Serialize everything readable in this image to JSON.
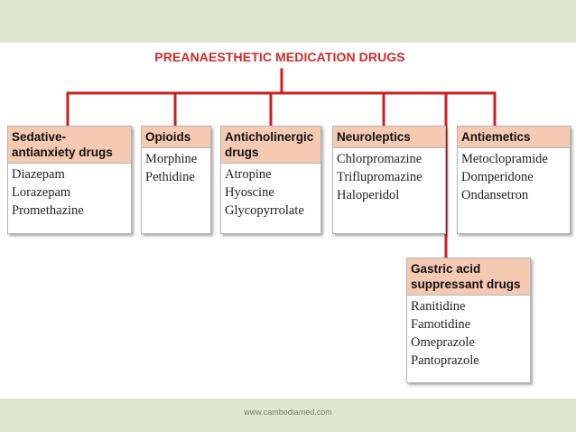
{
  "title": "PREANAESTHETIC MEDICATION DRUGS",
  "footer": "www.cambodiamed.com",
  "colors": {
    "band": "#dfe8cf",
    "title": "#cf2a2a",
    "connector": "#cc1f1f",
    "header_fill": "#f6c9b3"
  },
  "categories": [
    {
      "title": "Sedative-antianxiety drugs",
      "drugs": [
        "Diazepam",
        "Lorazepam",
        "Promethazine"
      ]
    },
    {
      "title": "Opioids",
      "drugs": [
        "Morphine",
        "Pethidine"
      ]
    },
    {
      "title": "Anticholinergic drugs",
      "drugs": [
        "Atropine",
        "Hyoscine",
        "Glycopyrrolate"
      ]
    },
    {
      "title": "Neuroleptics",
      "drugs": [
        "Chlorpromazine",
        "Triflupromazine",
        "Haloperidol"
      ]
    },
    {
      "title": "Antiemetics",
      "drugs": [
        "Metoclopramide",
        "Domperidone",
        "Ondansetron"
      ]
    },
    {
      "title": "Gastric acid suppressant drugs",
      "drugs": [
        "Ranitidine",
        "Famotidine",
        "Omeprazole",
        "Pantoprazole"
      ]
    }
  ]
}
